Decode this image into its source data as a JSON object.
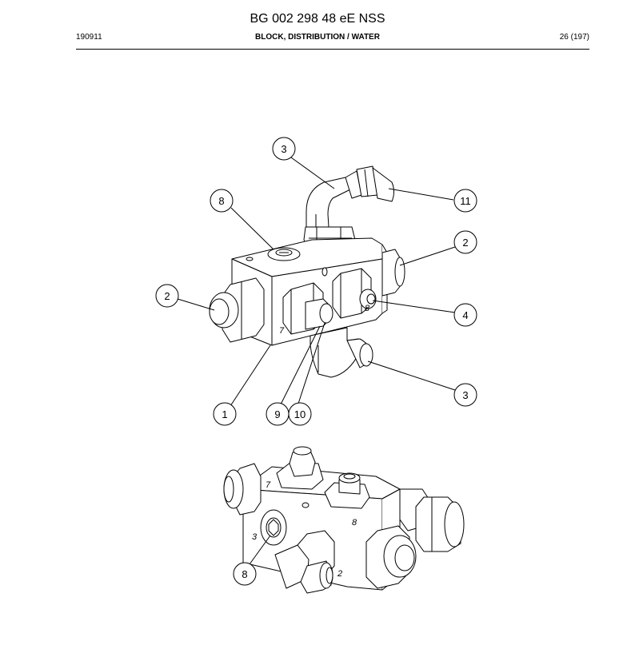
{
  "header": {
    "doc_code": "BG 002 298 48 eE NSS",
    "date": "190911",
    "title": "BLOCK, DISTRIBUTION / WATER",
    "page": "26 (197)"
  },
  "callouts": {
    "c1": "1",
    "c2a": "2",
    "c2b": "2",
    "c3a": "3",
    "c3b": "3",
    "c4": "4",
    "c8a": "8",
    "c8b": "8",
    "c9": "9",
    "c10": "10",
    "c11": "11"
  },
  "marks": {
    "m7a": "7",
    "m8a": "8",
    "m7b": "7",
    "m8b": "8",
    "m3b": "3",
    "m2b": "2"
  }
}
